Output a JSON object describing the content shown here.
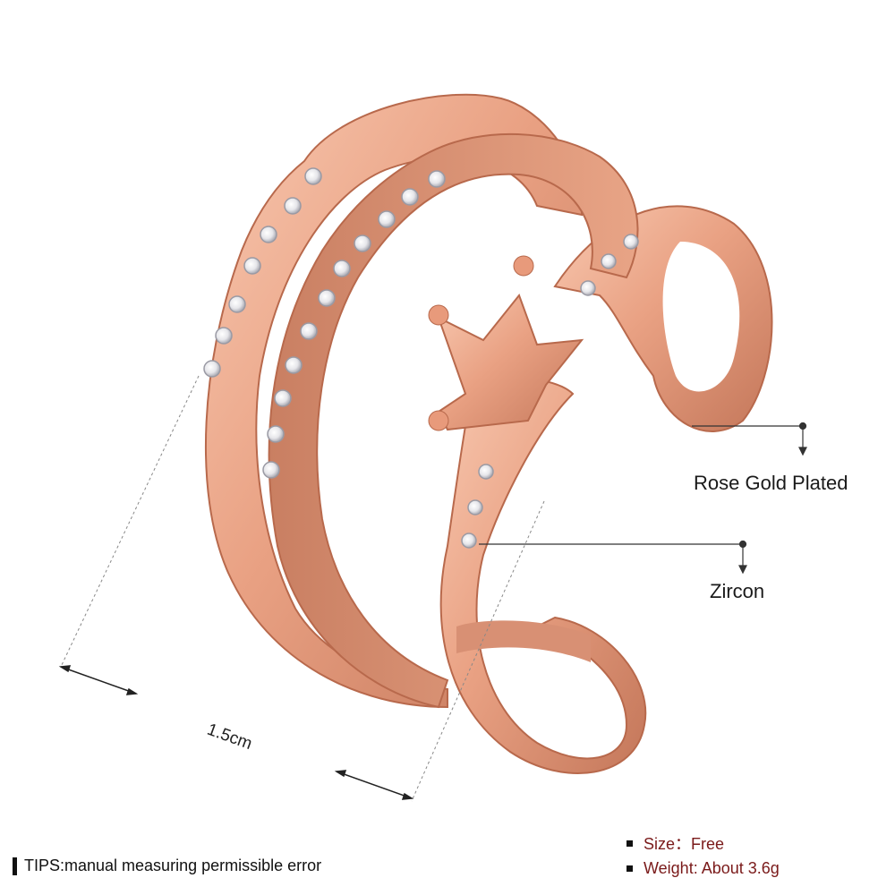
{
  "callouts": {
    "rose_gold": "Rose Gold Plated",
    "zircon": "Zircon"
  },
  "dimension": {
    "width_label": "1.5cm"
  },
  "tips": "TIPS:manual measuring permissible error",
  "specs": {
    "size": "Size：Free",
    "weight": "Weight: About 3.6g"
  },
  "colors": {
    "rose_gold": "#e9a183",
    "rose_gold_dark": "#b8694c",
    "spec_text": "#7a1a1a"
  }
}
